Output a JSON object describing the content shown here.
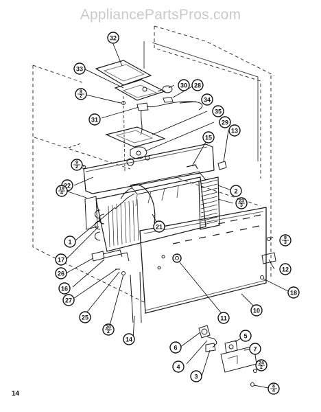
{
  "watermark": "AppliancePartsPros.com",
  "page_number": "14",
  "callouts": [
    "32",
    "33",
    "30",
    "28",
    "9/2",
    "34",
    "31",
    "35",
    "29",
    "13",
    "15",
    "9/2",
    "22",
    "2",
    "19/4",
    "23/3",
    "21",
    "1",
    "17",
    "26",
    "16",
    "9/3",
    "12",
    "27",
    "18",
    "25",
    "20/2",
    "11",
    "10",
    "14",
    "6",
    "5",
    "7",
    "4",
    "24/2",
    "3",
    "8/4"
  ]
}
